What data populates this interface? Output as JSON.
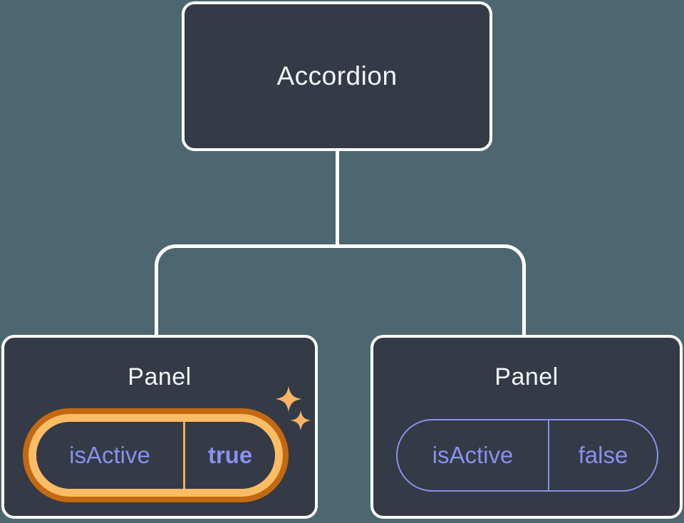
{
  "diagram": {
    "title_hint": "component tree",
    "root": {
      "label": "Accordion"
    },
    "children": [
      {
        "label": "Panel",
        "prop": {
          "name": "isActive",
          "value": "true"
        },
        "active": true,
        "decoration": "orange-highlight-ring-with-sparkles"
      },
      {
        "label": "Panel",
        "prop": {
          "name": "isActive",
          "value": "false"
        },
        "active": false,
        "decoration": "none"
      }
    ],
    "icons": [
      "sparkle-icon-large",
      "sparkle-icon-small"
    ],
    "colors": {
      "background": "#4d6770",
      "node_fill": "#343a46",
      "node_border": "#ffffff",
      "connector": "#ffffff",
      "label_text": "#f4f5f7",
      "prop_purple": "#8891ec",
      "highlight_ring_outer": "#c4690f",
      "highlight_ring_inner": "#fbbc65",
      "highlight_divider": "#f2ad58",
      "sparkle": "#f8b464"
    }
  }
}
